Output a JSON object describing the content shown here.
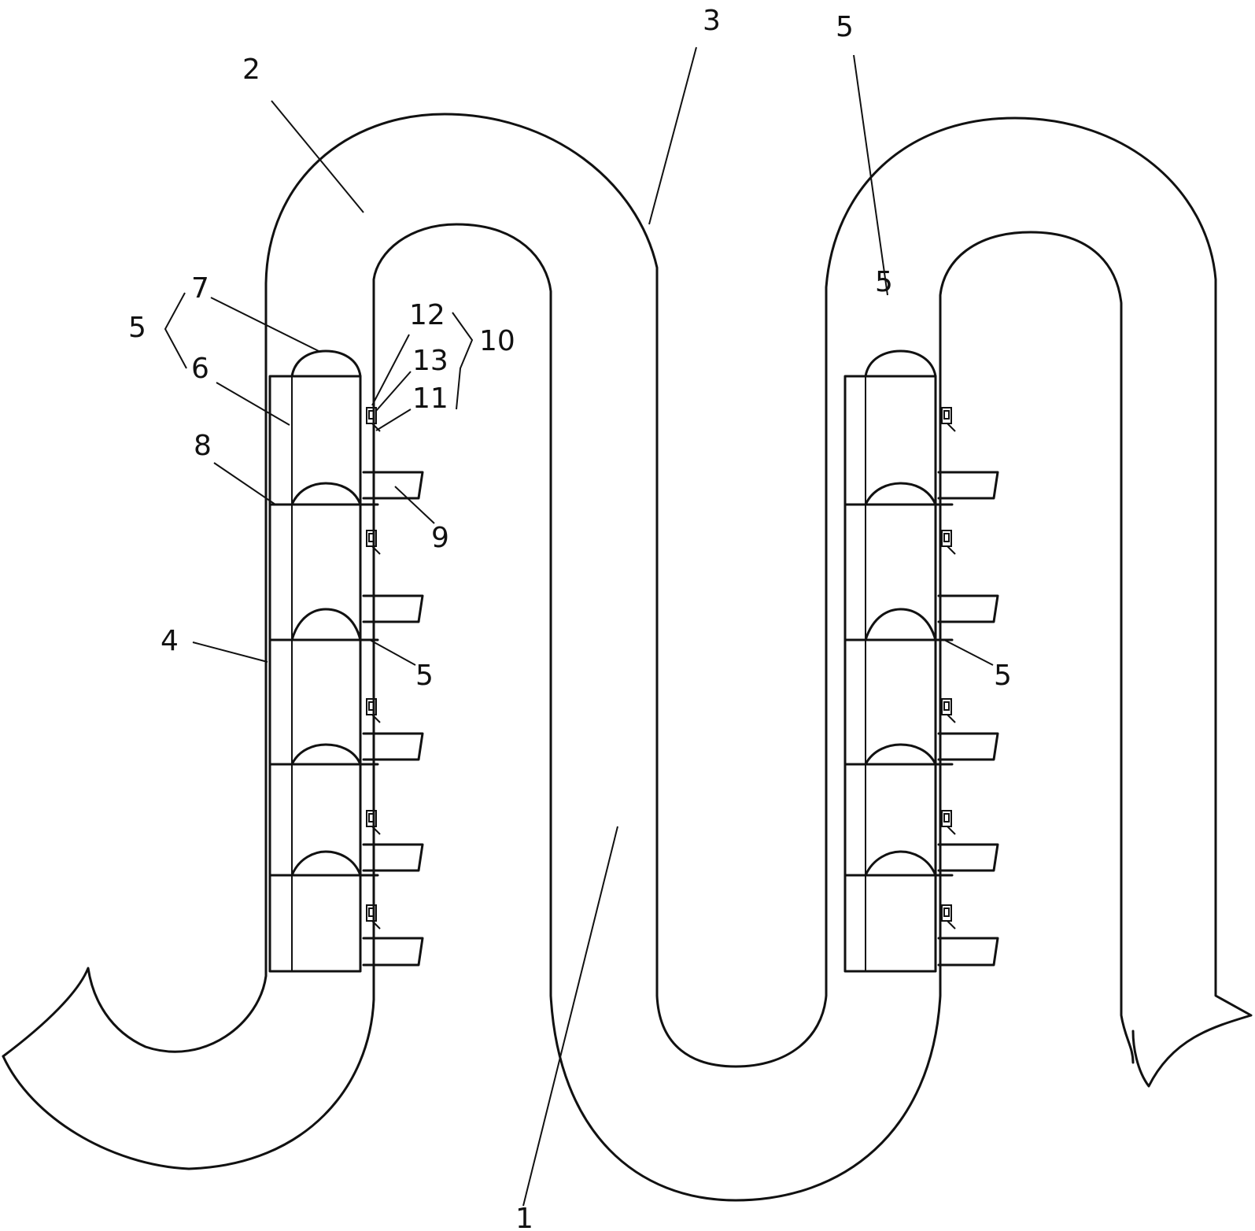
{
  "figure": {
    "labels": {
      "l1": "1",
      "l2": "2",
      "l3": "3",
      "l4": "4",
      "l5_top_right": "5",
      "l5_right_channel": "5",
      "l5_bracket": "5",
      "l5_left_mid": "5",
      "l5_right_mid": "5",
      "l6": "6",
      "l7": "7",
      "l8": "8",
      "l9": "9",
      "l10": "10",
      "l11": "11",
      "l12": "12",
      "l13": "13"
    }
  }
}
